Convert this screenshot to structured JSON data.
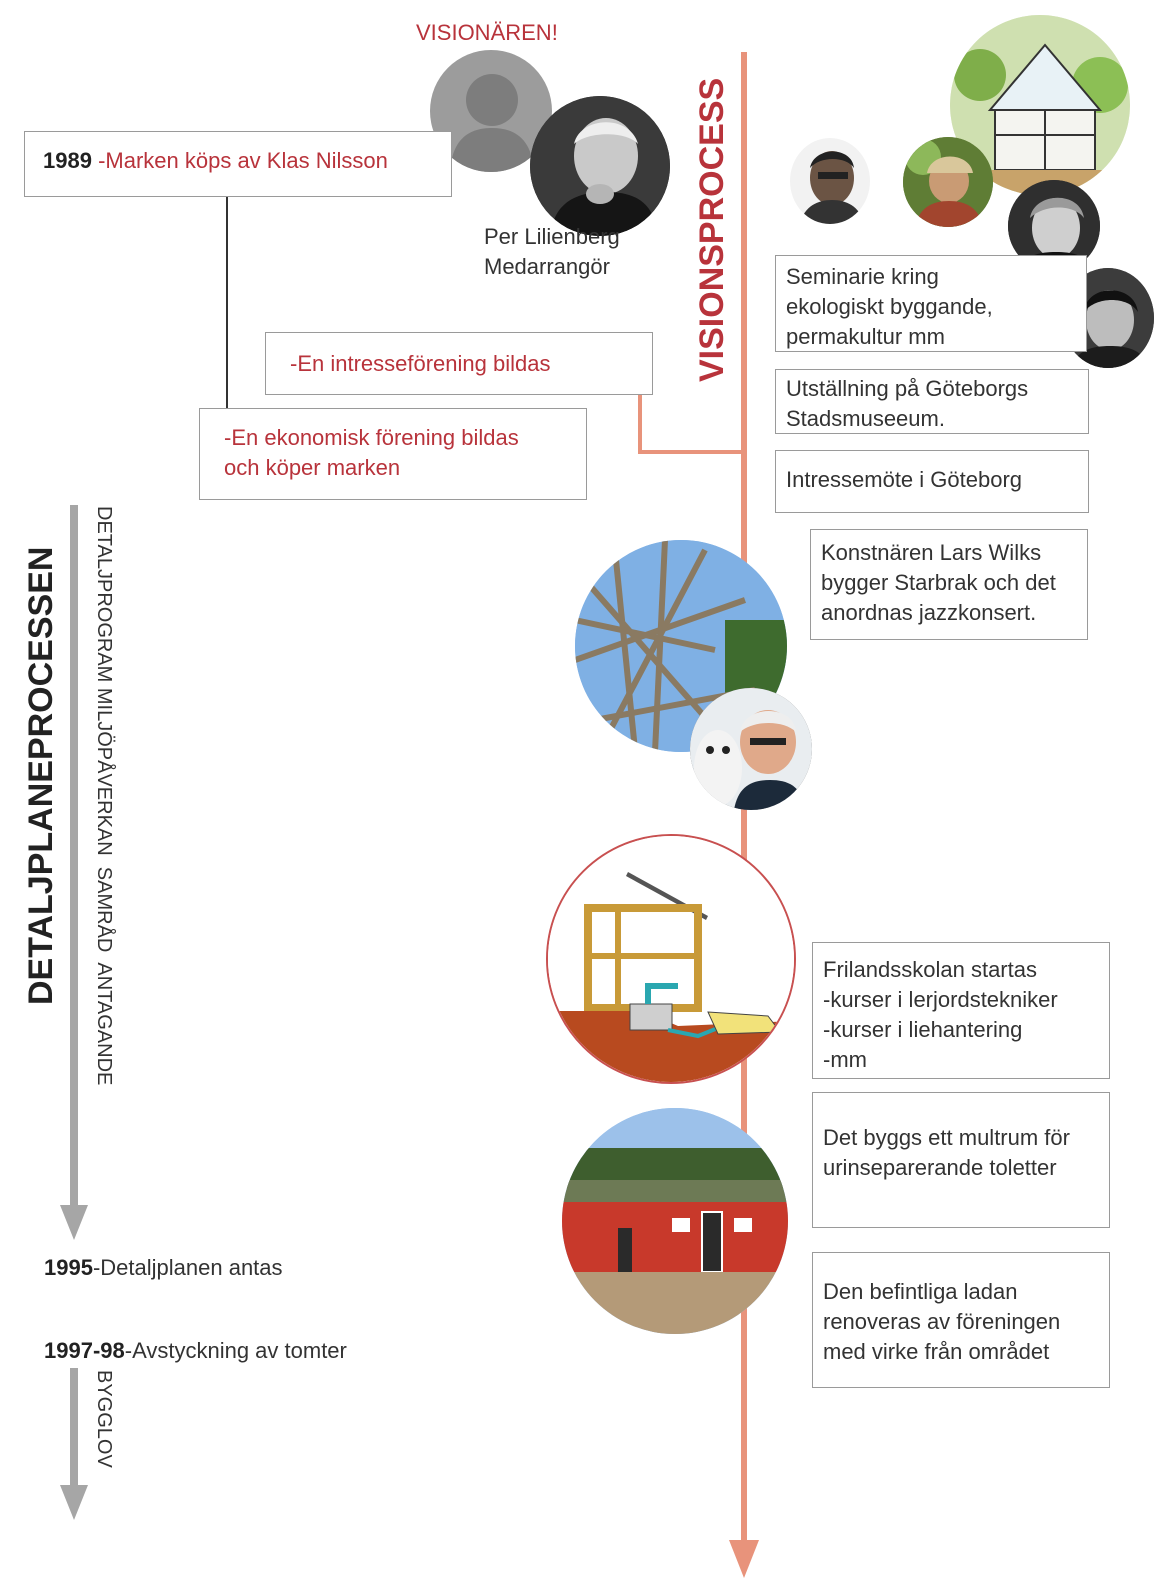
{
  "visionary_label": "VISIONÄREN!",
  "person_name": "Per Lilienberg",
  "person_role": "Medarrangör",
  "vision_axis_label": "VISIONSPROCESS",
  "detail_axis_label": "DETALJPLANEPROCESSEN",
  "detail_steps_label": "DETALJPROGRAM MILJÖPÅVERKAN  SAMRÅD  ANTAGANDE",
  "bygglov_label": "BYGGLOV",
  "left_events": {
    "e1989_year": "1989",
    "e1989_text": " -Marken köps av Klas Nilsson",
    "intresse": "-En intresseförening bildas",
    "ekonomisk_1": "-En ekonomisk förening bildas",
    "ekonomisk_2": "och köper marken",
    "e1995_year": "1995",
    "e1995_text": "-Detaljplanen antas",
    "e1997_year": "1997-98",
    "e1997_text": "-Avstyckning av tomter"
  },
  "right_events": {
    "seminarie": [
      "Seminarie kring",
      "ekologiskt byggande,",
      "permakultur mm"
    ],
    "utstallning": [
      "Utställning på Göteborgs",
      "Stadsmuseeum."
    ],
    "intressemote": [
      "Intressemöte i Göteborg"
    ],
    "wilks": [
      "Konstnären Lars Wilks",
      "bygger Starbrak och det",
      "anordnas jazzkonsert."
    ],
    "frilands": [
      "Frilandsskolan startas",
      "-kurser i lerjordstekniker",
      "-kurser i liehantering",
      "-mm"
    ],
    "multrum": [
      "Det byggs ett multrum för",
      "urinseparerande toletter"
    ],
    "ladan": [
      "Den befintliga ladan",
      "renoveras av föreningen",
      "med virke från området"
    ]
  },
  "colors": {
    "timeline": "#e8937b",
    "accent_red": "#b8333b",
    "gray_arrow": "#a6a6a6",
    "barn": "#c8392b"
  }
}
